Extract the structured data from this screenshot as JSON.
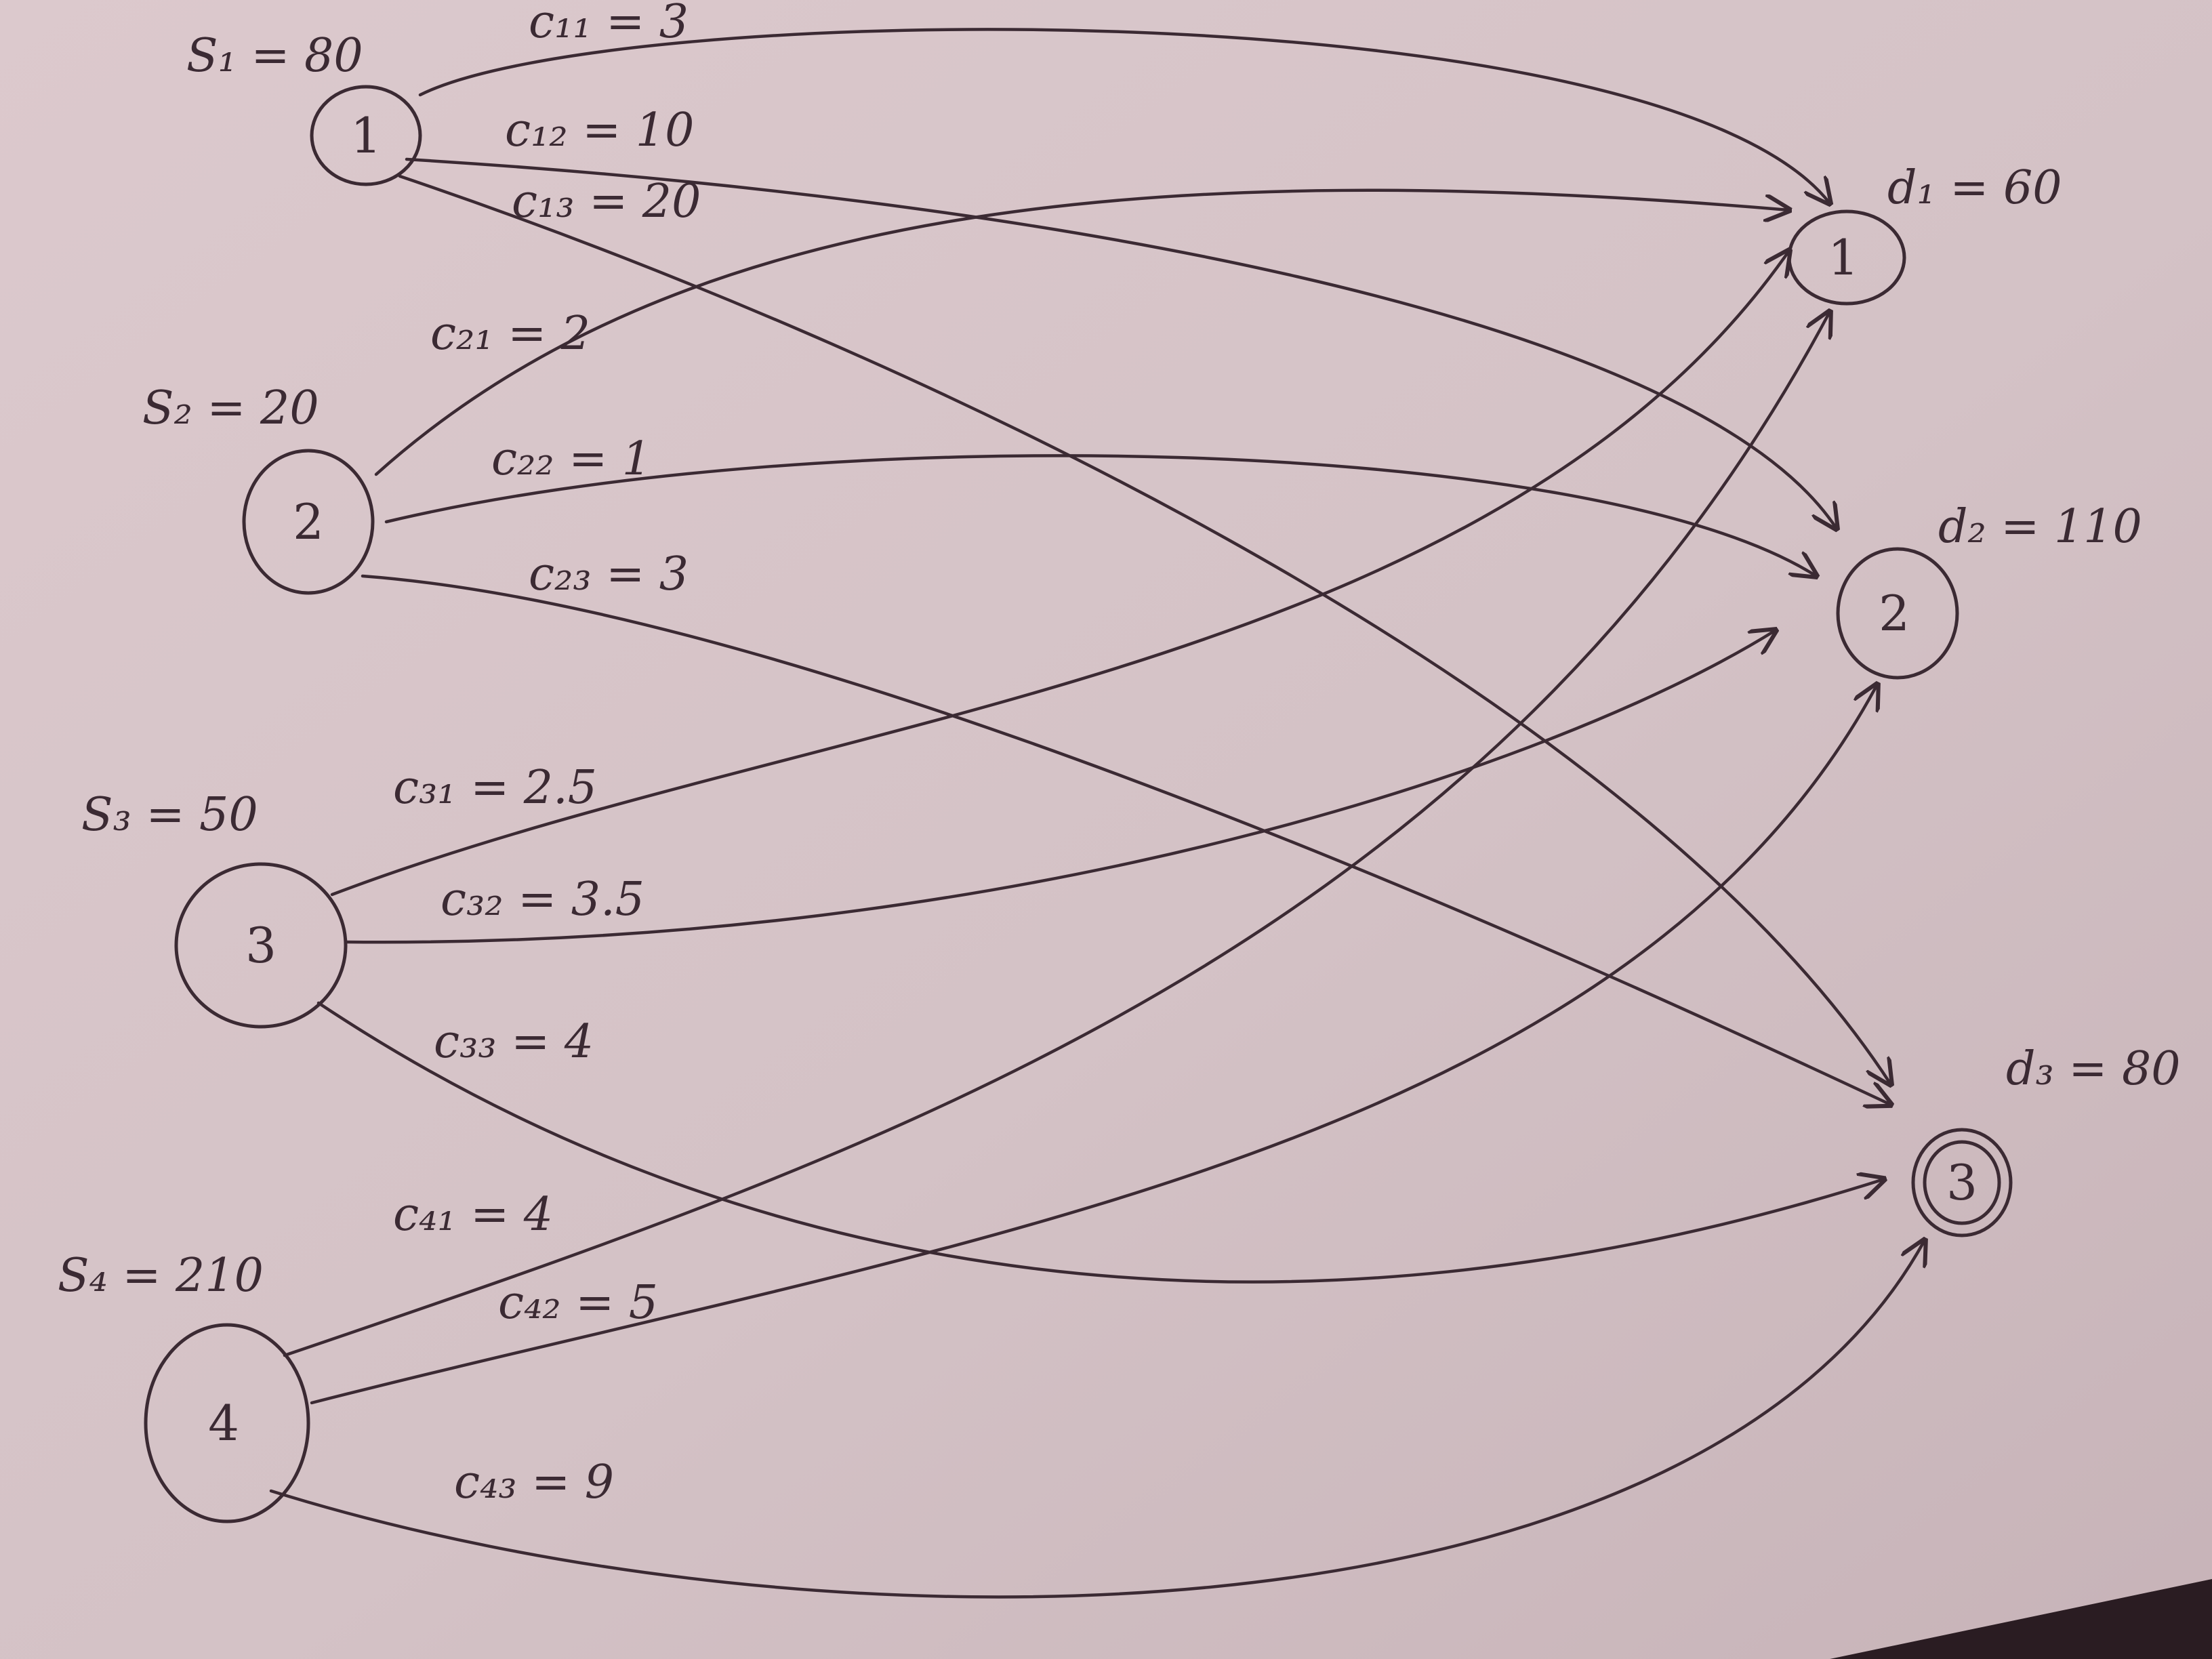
{
  "diagram": {
    "sources": [
      {
        "id": "1",
        "supply_label": "S₁ = 80"
      },
      {
        "id": "2",
        "supply_label": "S₂ = 20"
      },
      {
        "id": "3",
        "supply_label": "S₃ = 50"
      },
      {
        "id": "4",
        "supply_label": "S₄ = 210"
      }
    ],
    "sinks": [
      {
        "id": "1",
        "demand_label": "d₁ = 60"
      },
      {
        "id": "2",
        "demand_label": "d₂ = 110"
      },
      {
        "id": "3",
        "demand_label": "d₃ = 80"
      }
    ],
    "edges": [
      {
        "from": "1",
        "to": "1",
        "cost_label": "c₁₁ = 3"
      },
      {
        "from": "1",
        "to": "2",
        "cost_label": "c₁₂ = 10"
      },
      {
        "from": "1",
        "to": "3",
        "cost_label": "c₁₃ = 20"
      },
      {
        "from": "2",
        "to": "1",
        "cost_label": "c₂₁ = 2"
      },
      {
        "from": "2",
        "to": "2",
        "cost_label": "c₂₂ = 1"
      },
      {
        "from": "2",
        "to": "3",
        "cost_label": "c₂₃ = 3"
      },
      {
        "from": "3",
        "to": "1",
        "cost_label": "c₃₁ = 2.5"
      },
      {
        "from": "3",
        "to": "2",
        "cost_label": "c₃₂ = 3.5"
      },
      {
        "from": "3",
        "to": "3",
        "cost_label": "c₃₃ = 4"
      },
      {
        "from": "4",
        "to": "1",
        "cost_label": "c₄₁ = 4"
      },
      {
        "from": "4",
        "to": "2",
        "cost_label": "c₄₂ = 5"
      },
      {
        "from": "4",
        "to": "3",
        "cost_label": "c₄₃ = 9"
      }
    ]
  },
  "colors": {
    "paper": "#d7c4c8",
    "ink": "#3b2a33"
  }
}
